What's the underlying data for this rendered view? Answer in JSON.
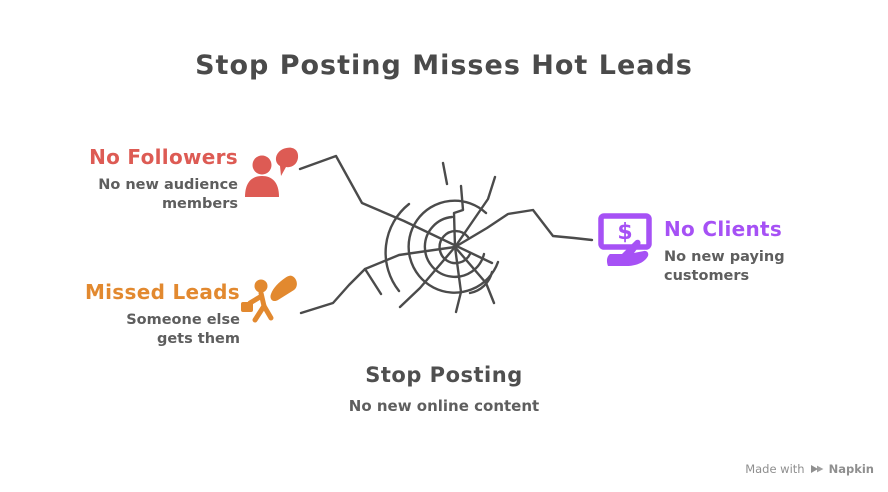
{
  "title": "Stop Posting Misses Hot Leads",
  "center": {
    "label": "Stop Posting",
    "description": "No new online content"
  },
  "nodes": [
    {
      "id": "no-followers",
      "label": "No Followers",
      "description": "No new audience members",
      "color": "#dd5b54",
      "icon": "person-speech-bubble-icon"
    },
    {
      "id": "missed-leads",
      "label": "Missed Leads",
      "description": "Someone else gets them",
      "color": "#e2892f",
      "icon": "hand-grabbing-person-icon"
    },
    {
      "id": "no-clients",
      "label": "No Clients",
      "description": "No new paying customers",
      "color": "#a651f5",
      "icon": "hand-holding-money-icon",
      "icon_glyph": "$"
    }
  ],
  "watermark": {
    "prefix": "Made with",
    "brand": "Napkin"
  },
  "colors": {
    "background": "#ffffff",
    "text_primary": "#4a4a4a",
    "text_secondary": "#5e5e5e",
    "line": "#4b4b4b",
    "red": "#dd5b54",
    "orange": "#e2892f",
    "purple": "#a651f5",
    "watermark": "#8f8f8f"
  }
}
